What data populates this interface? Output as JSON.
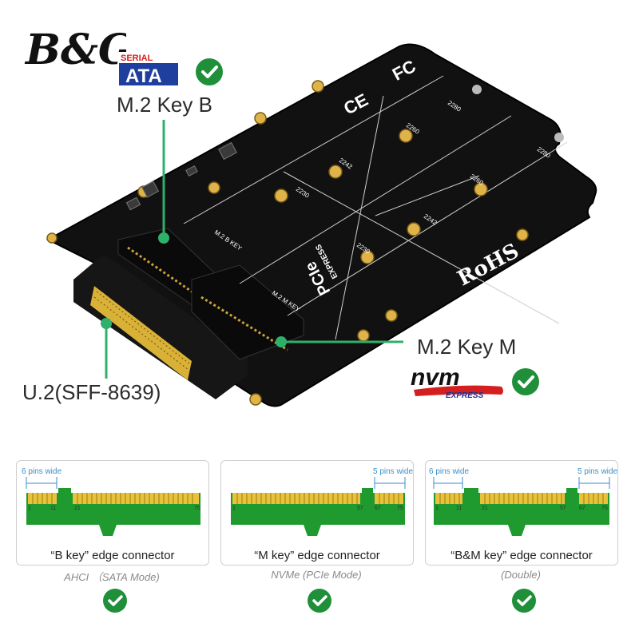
{
  "brand": {
    "logo_text": "B&G"
  },
  "sata_logo": {
    "top": "SERIAL",
    "main": "ATA"
  },
  "callouts": {
    "key_b": "M.2 Key B",
    "key_m": "M.2 Key M",
    "u2": "U.2(SFF-8639)"
  },
  "nvme_logo": {
    "main": "nvm",
    "sub": "EXPRESS"
  },
  "board_marks": {
    "fc": "FC",
    "ce": "CE",
    "rohs": "RoHS",
    "pcie": "PCIe",
    "express": "EXPRESS",
    "b_key": "M.2 B KEY",
    "m_key": "M.2 M KEY",
    "sizes": [
      "2280",
      "2260",
      "2242",
      "2230",
      "2280",
      "2260",
      "2242",
      "2230"
    ]
  },
  "connectors": [
    {
      "label": "“B key” edge connector",
      "mode": "AHCI （SATA Mode)",
      "width_notes": [
        "6 pins wide"
      ],
      "pin_numbers": [
        "1",
        "11",
        "21",
        "75"
      ]
    },
    {
      "label": "“M key” edge connector",
      "mode": "NVMe (PCIe Mode)",
      "width_notes": [
        "5 pins wide"
      ],
      "pin_numbers": [
        "1",
        "57",
        "67",
        "75"
      ]
    },
    {
      "label": "“B&M key” edge connector",
      "mode": "(Double)",
      "width_notes": [
        "6 pins wide",
        "5 pins wide"
      ],
      "pin_numbers": [
        "1",
        "11",
        "21",
        "57",
        "67",
        "75"
      ]
    }
  ],
  "colors": {
    "check": "#1f8f3a",
    "pcb_green": "#1f9a2e",
    "gold": "#e8c23a",
    "callout_line": "#2fb06a"
  }
}
